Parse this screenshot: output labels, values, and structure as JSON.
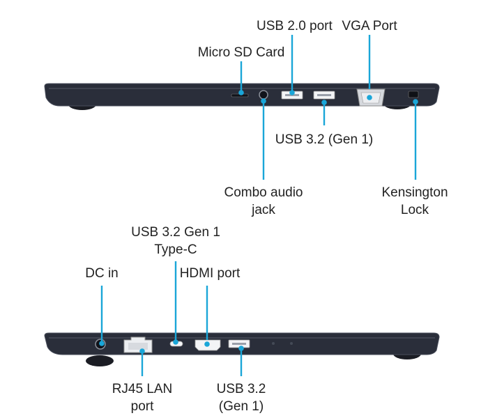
{
  "labels": {
    "usb20_port": "USB 2.0 port",
    "vga_port": "VGA Port",
    "micro_sd_card": "Micro SD Card",
    "usb32_gen1_top": "USB 3.2 (Gen 1)",
    "combo_audio_line1": "Combo audio",
    "combo_audio_line2": "jack",
    "kensington_line1": "Kensington",
    "kensington_line2": "Lock",
    "usbc_line1": "USB 3.2 Gen 1",
    "usbc_line2": "Type-C",
    "dc_in": "DC in",
    "hdmi_port": "HDMI port",
    "rj45_line1": "RJ45 LAN",
    "rj45_line2": "port",
    "usb32_bottom_line1": "USB 3.2",
    "usb32_bottom_line2": "(Gen 1)"
  },
  "colors": {
    "leader_line": "#1aa6d8",
    "laptop_body": "#2a2e3a",
    "laptop_edge": "#4a4f5c",
    "port_fill": "#f3f4f6",
    "text": "#222222"
  }
}
